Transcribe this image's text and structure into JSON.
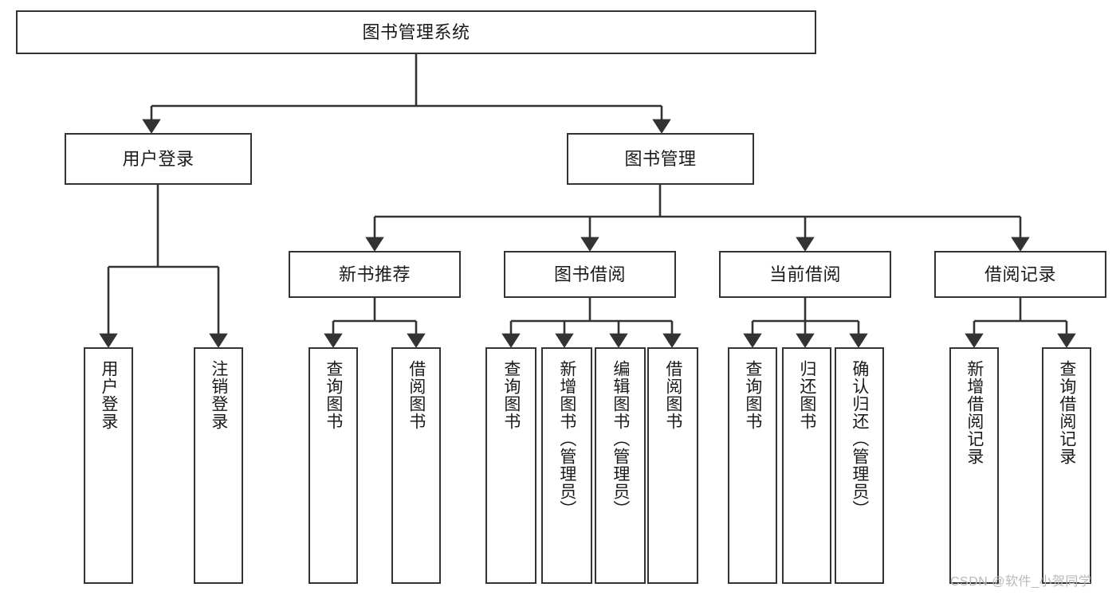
{
  "diagram": {
    "title": "图书管理系统",
    "watermark": "CSDN @软件_小贺同学",
    "style": {
      "border_color": "#333333",
      "background": "#ffffff",
      "text_color": "#1a1a1a",
      "watermark_color": "#b9b9b9"
    }
  },
  "nodes": {
    "root": {
      "label": "图书管理系统"
    },
    "level2": [
      {
        "label": "用户登录"
      },
      {
        "label": "图书管理"
      }
    ],
    "level3": [
      {
        "label": "新书推荐"
      },
      {
        "label": "图书借阅"
      },
      {
        "label": "当前借阅"
      },
      {
        "label": "借阅记录"
      }
    ],
    "leaves": {
      "user_login": [
        {
          "label": "用户登录"
        },
        {
          "label": "注销登录"
        }
      ],
      "new_book": [
        {
          "label": "查询图书"
        },
        {
          "label": "借阅图书"
        }
      ],
      "book_borrow": [
        {
          "label": "查询图书"
        },
        {
          "label": "新增图书（管理员）"
        },
        {
          "label": "编辑图书（管理员）"
        },
        {
          "label": "借阅图书"
        }
      ],
      "current_borrow": [
        {
          "label": "查询图书"
        },
        {
          "label": "归还图书"
        },
        {
          "label": "确认归还（管理员）"
        }
      ],
      "borrow_record": [
        {
          "label": "新增借阅记录"
        },
        {
          "label": "查询借阅记录"
        }
      ]
    }
  }
}
